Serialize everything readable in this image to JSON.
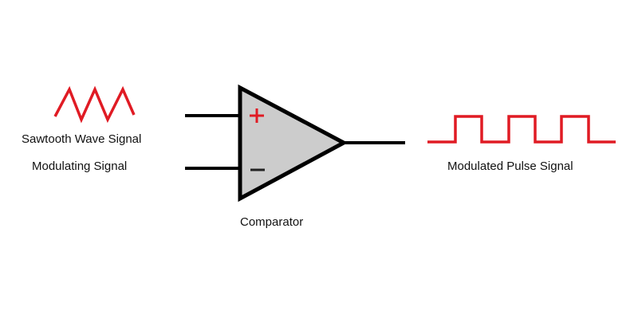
{
  "labels": {
    "sawtooth": "Sawtooth Wave Signal",
    "modulating": "Modulating Signal",
    "comparator": "Comparator",
    "output": "Modulated Pulse Signal",
    "plus": "+",
    "minus": "−"
  },
  "colors": {
    "signal": "#e01b24",
    "wire": "#000000",
    "body": "#cccccc"
  }
}
